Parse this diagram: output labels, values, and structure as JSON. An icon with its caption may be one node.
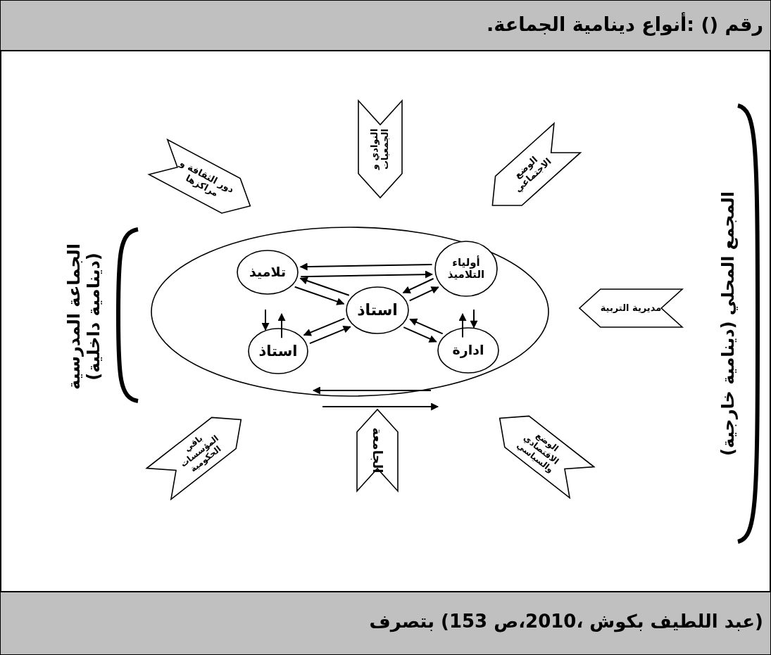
{
  "diagram": {
    "title": "رقم () :أنواع دينامية الجماعة.",
    "caption": "(عبد اللطيف بكوش ،2010،ص 153) بتصرف",
    "nodes": [
      {
        "text": [],
        "shape": "ellipse"
      },
      {
        "text": [
          "تلاميذ"
        ],
        "in": 0
      },
      {
        "text": [
          "أولياء التلاميذ"
        ],
        "in": 0
      },
      {
        "text": [
          "استاذ"
        ],
        "in": 0
      },
      {
        "text": [
          "استاذ"
        ],
        "in": 0
      },
      {
        "text": [
          "ادارة"
        ],
        "in": 0
      },
      {
        "text": [
          "دور الثقافة و مراكزها"
        ]
      },
      {
        "text": [
          "النوادي و الجمعيات"
        ]
      },
      {
        "text": [
          "الوضع الاجتماعي"
        ]
      },
      {
        "text": [
          "مديرية التربية"
        ]
      },
      {
        "text": [
          "الوضع الاقتصادي والسياسي"
        ]
      },
      {
        "text": [
          "الجامعة"
        ]
      },
      {
        "text": [
          "باقي المؤسسات الحكومية"
        ]
      }
    ],
    "edges": [
      {
        "from": 1,
        "to": 2,
        "arrow": "to"
      },
      {
        "from": 2,
        "to": 1,
        "arrow": "to"
      },
      {
        "from": 1,
        "to": 3,
        "arrow": "to"
      },
      {
        "from": 3,
        "to": 1,
        "arrow": "to"
      },
      {
        "from": 3,
        "to": 2,
        "arrow": "to"
      },
      {
        "from": 2,
        "to": 3,
        "arrow": "to"
      },
      {
        "from": 3,
        "to": 5,
        "arrow": "to"
      },
      {
        "from": 5,
        "to": 3,
        "arrow": "to"
      },
      {
        "from": 4,
        "to": 3,
        "arrow": "to"
      },
      {
        "from": 3,
        "to": 4,
        "arrow": "to"
      },
      {
        "from": null,
        "to": 4,
        "arrow": "to"
      },
      {
        "from": 4,
        "to": null,
        "arrow": "to"
      },
      {
        "from": 5,
        "to": null,
        "arrow": "to"
      },
      {
        "from": null,
        "to": 5,
        "arrow": "to"
      }
    ],
    "labels": [
      "المجمع المحلي (دينامية خارجية)",
      "الجماعة المدرسية (دينامية داخلية)"
    ]
  }
}
